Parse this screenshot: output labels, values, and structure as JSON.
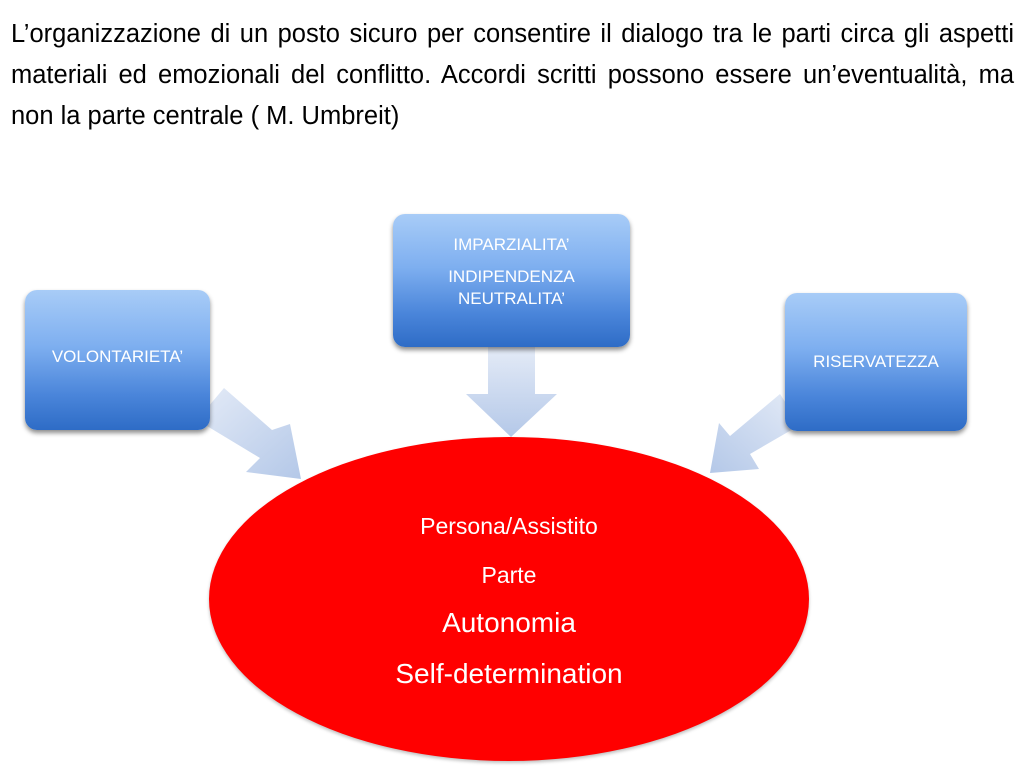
{
  "intro_text": "L’organizzazione di un posto sicuro per consentire il dialogo tra le parti circa gli aspetti materiali ed emozionali del conflitto. Accordi scritti possono essere un’eventualità, ma non la parte centrale ( M. Umbreit)",
  "boxes": {
    "volontarieta": "VOLONTARIETA’",
    "imparzialita": "IMPARZIALITA’",
    "indipendenza_neutralita": "INDIPENDENZA NEUTRALITA’",
    "riservatezza": "RISERVATEZZA"
  },
  "center": {
    "line1": "Persona/Assistito",
    "line2": "Parte",
    "line3": "Autonomia",
    "line4": "Self-determination"
  },
  "colors": {
    "box_top": "#a8ccf7",
    "box_bottom": "#2e6cc6",
    "arrow": "#c5d5ee",
    "ellipse": "#ff0000"
  }
}
